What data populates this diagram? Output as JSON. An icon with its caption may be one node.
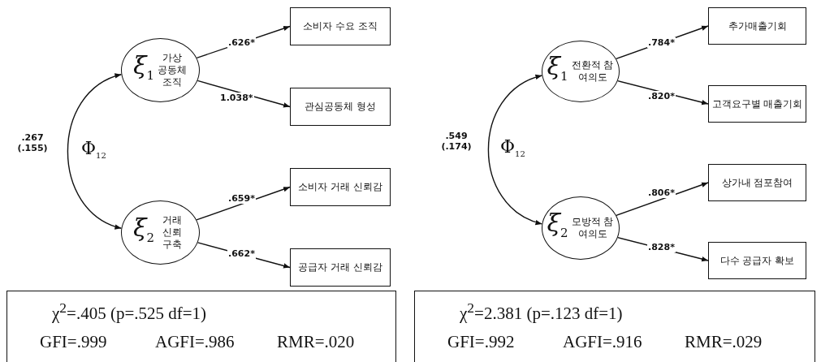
{
  "diagram": {
    "nodes": [
      {
        "text": [
          "ξ$_{1}$",
          "가상 공동체 조직"
        ]
      },
      {
        "text": [
          "ξ$_{2}$",
          "거래 신뢰 구축"
        ]
      },
      {
        "text": [
          "소비자 수요 조직"
        ]
      },
      {
        "text": [
          "관심공동체 형성"
        ]
      },
      {
        "text": [
          "소비자 거래 신뢰감"
        ]
      },
      {
        "text": [
          "공급자 거래 신뢰감"
        ]
      },
      {
        "text": [
          "ξ$_{1}$",
          "전환적 참여의도"
        ]
      },
      {
        "text": [
          "ξ$_{2}$",
          "모방적 참여의도"
        ]
      },
      {
        "text": [
          "추가매출기회"
        ]
      },
      {
        "text": [
          "고객요구별 매출기회"
        ]
      },
      {
        "text": [
          "상가내 점포참여"
        ]
      },
      {
        "text": [
          "다수 공급자 확보"
        ]
      },
      {
        "text": [
          "χ$^{2}$=.405 (p=.525 df=1)",
          "GFI=.999",
          "AGFI=.986",
          "RMR=.020"
        ]
      },
      {
        "text": [
          "χ$^{2}$=2.381 (p=.123 df=1)",
          "GFI=.992",
          "AGFI=.916",
          "RMR=.029"
        ]
      }
    ],
    "edges": [
      {
        "from": 0,
        "to": 1,
        "arrow": "both",
        "label": "Φ$_{12}$"
      },
      {
        "from": 0,
        "to": 2,
        "arrow": "to",
        "label": ".626*"
      },
      {
        "from": 0,
        "to": 3,
        "arrow": "to",
        "label": "1.038*"
      },
      {
        "from": 1,
        "to": 4,
        "arrow": "to",
        "label": ".659*"
      },
      {
        "from": 1,
        "to": 5,
        "arrow": "to",
        "label": ".662*"
      },
      {
        "from": 6,
        "to": 7,
        "arrow": "both",
        "label": "Φ$_{12}$"
      },
      {
        "from": 6,
        "to": 8,
        "arrow": "to",
        "label": ".784*"
      },
      {
        "from": 6,
        "to": 9,
        "arrow": "to",
        "label": ".820*"
      },
      {
        "from": 7,
        "to": 10,
        "arrow": "to",
        "label": ".806*"
      },
      {
        "from": 7,
        "to": 11,
        "arrow": "to",
        "label": ".828*"
      }
    ],
    "labels": [
      ".267 (.155)",
      ".549 (.174)"
    ]
  }
}
